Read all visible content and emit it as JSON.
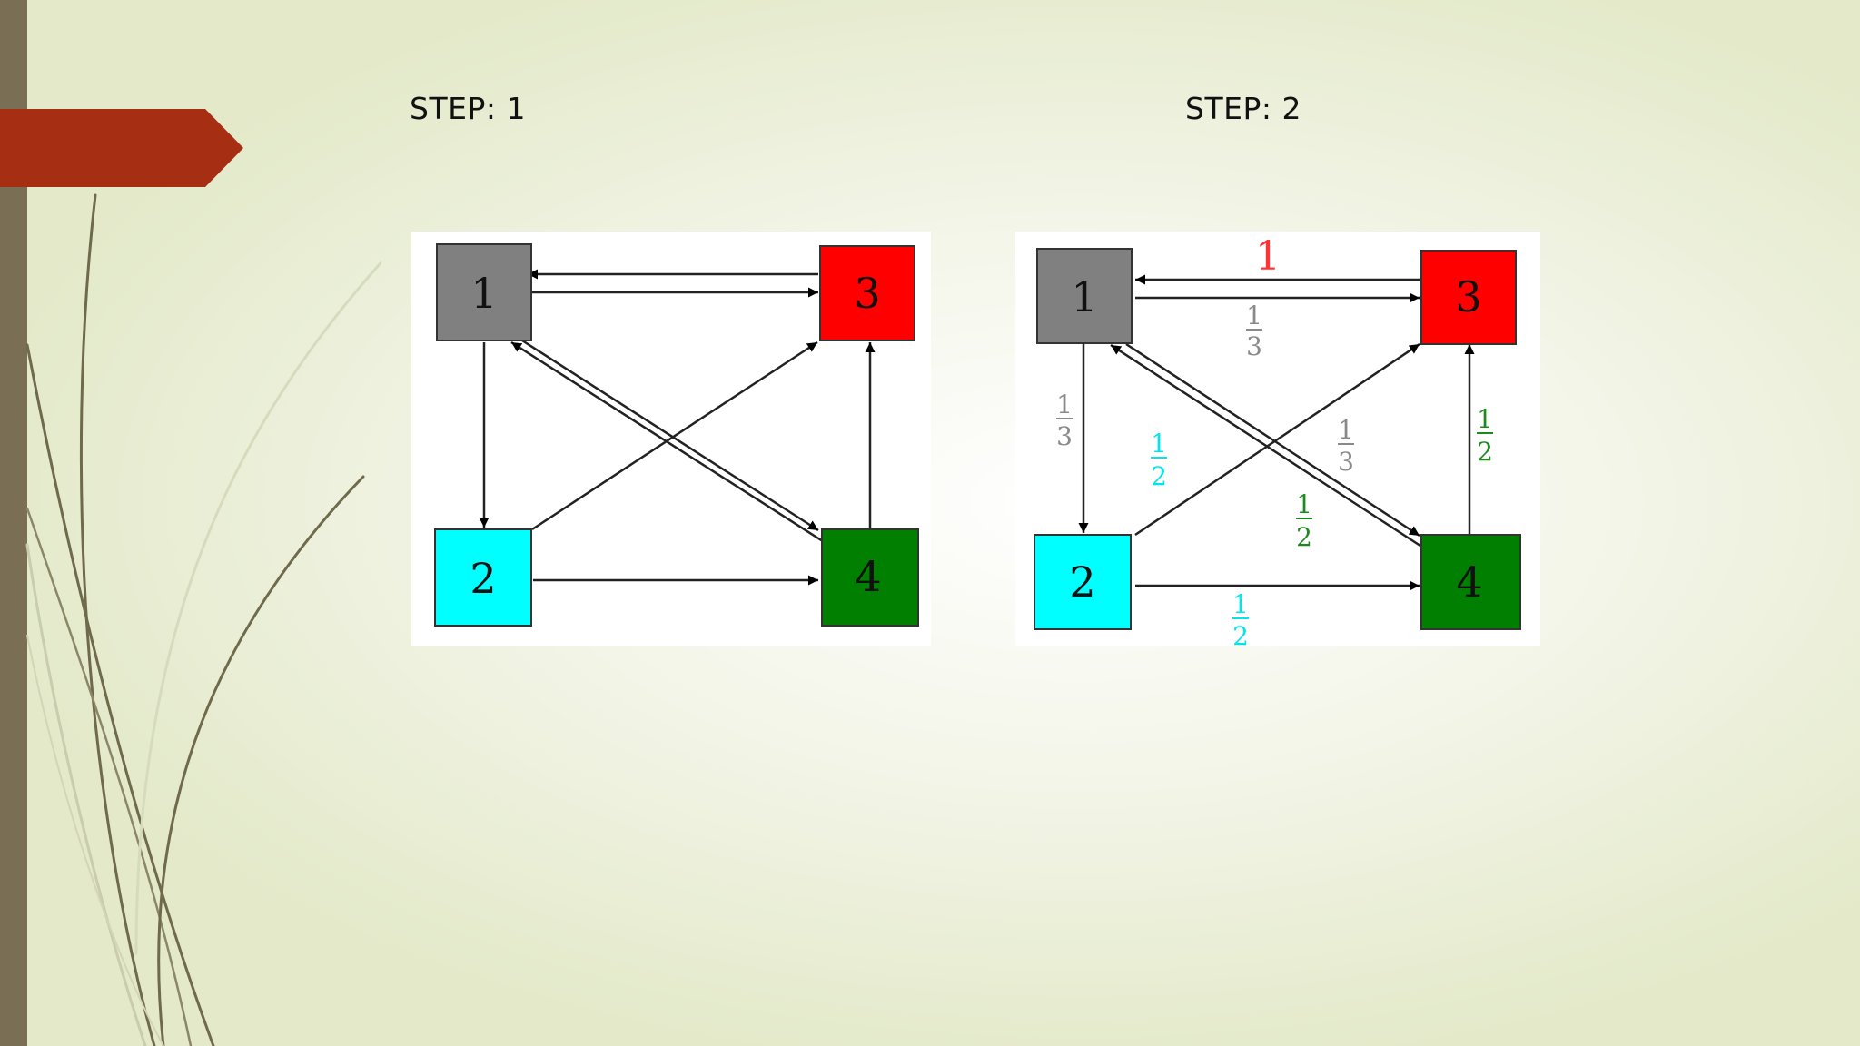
{
  "slide": {
    "step1_title": "STEP: 1",
    "step2_title": "STEP: 2"
  },
  "colors": {
    "node1": "#808080",
    "node2": "#00ffff",
    "node3": "#ff0000",
    "node4": "#007f00",
    "banner": "#a52e13",
    "side_bar": "#7a6e55"
  },
  "graph": {
    "nodes": [
      {
        "id": "1",
        "label": "1"
      },
      {
        "id": "2",
        "label": "2"
      },
      {
        "id": "3",
        "label": "3"
      },
      {
        "id": "4",
        "label": "4"
      }
    ],
    "edges": [
      {
        "from": "1",
        "to": "2"
      },
      {
        "from": "1",
        "to": "3"
      },
      {
        "from": "1",
        "to": "4"
      },
      {
        "from": "2",
        "to": "3"
      },
      {
        "from": "2",
        "to": "4"
      },
      {
        "from": "3",
        "to": "1"
      },
      {
        "from": "4",
        "to": "1"
      },
      {
        "from": "4",
        "to": "3"
      }
    ]
  },
  "step2_labels": {
    "w31": "1",
    "w13_num": "1",
    "w13_den": "3",
    "w12_num": "1",
    "w12_den": "3",
    "w14_num": "1",
    "w14_den": "3",
    "w23_num": "1",
    "w23_den": "2",
    "w24_num": "1",
    "w24_den": "2",
    "w41_num": "1",
    "w41_den": "2",
    "w43_num": "1",
    "w43_den": "2"
  }
}
